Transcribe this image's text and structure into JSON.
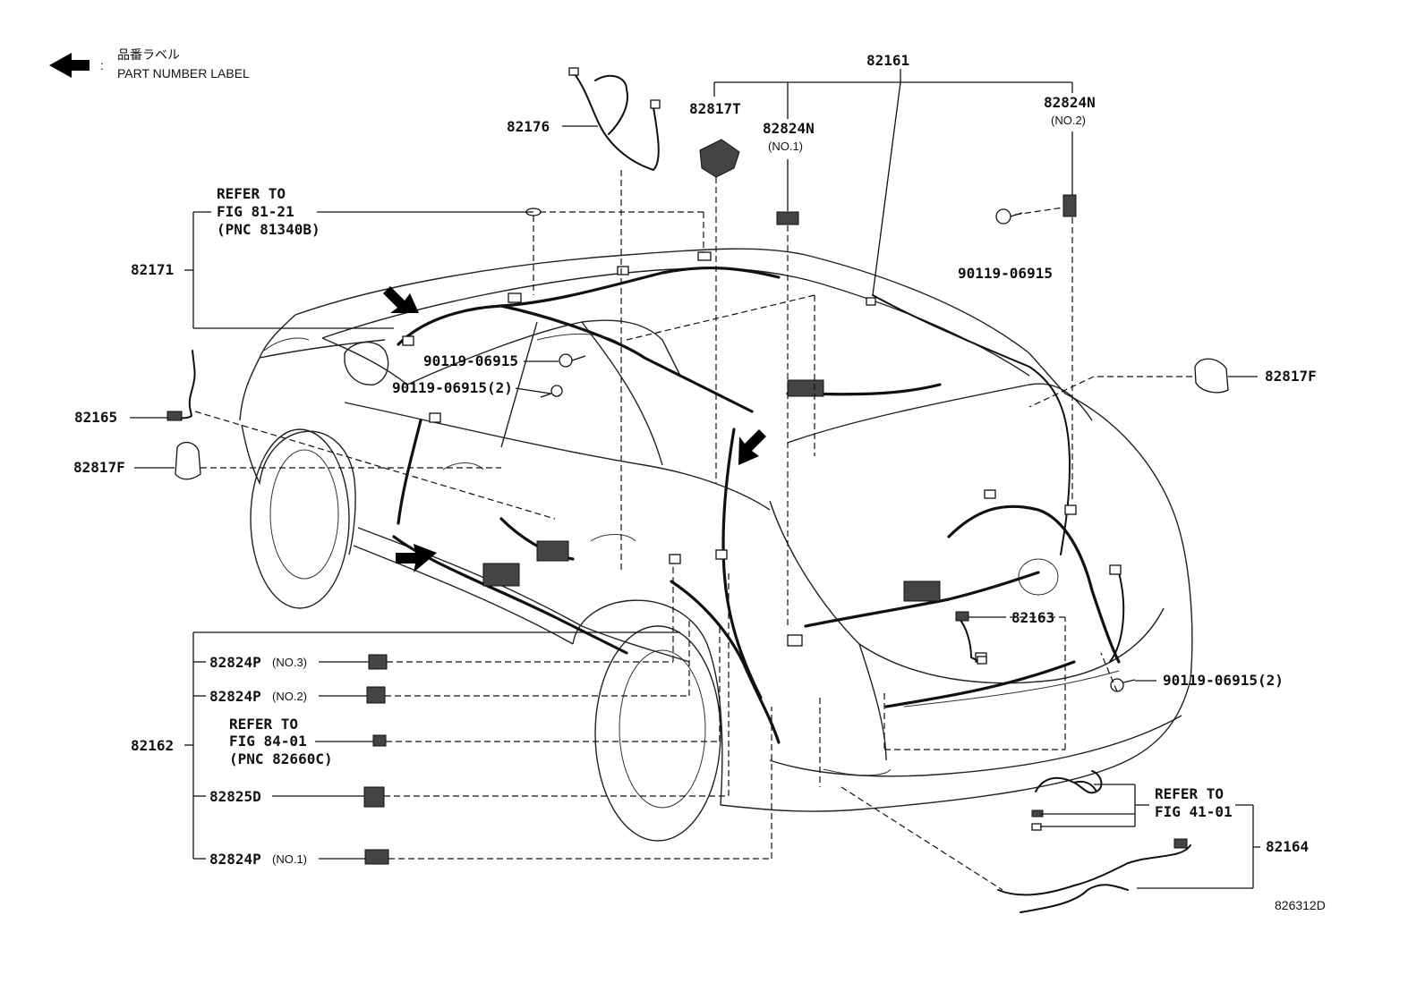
{
  "legend": {
    "label_jp": "品番ラベル",
    "colon": ":",
    "label_en": "PART NUMBER LABEL"
  },
  "parts": {
    "p82161": "82161",
    "p82176": "82176",
    "p82817T": "82817T",
    "p82824N_1": "82824N",
    "no1_n": "(NO.1)",
    "p82824N_2": "82824N",
    "no2_n": "(NO.2)",
    "p90119_top": "90119-06915",
    "p82171": "82171",
    "p82165": "82165",
    "p82817F_left": "82817F",
    "p82817F_right": "82817F",
    "p90119_a": "90119-06915",
    "p90119_b": "90119-06915(2)",
    "p82163": "82163",
    "p90119_c": "90119-06915(2)",
    "p82162": "82162",
    "p82824P_3": "82824P",
    "no3_p": "(NO.3)",
    "p82824P_2": "82824P",
    "no2_p": "(NO.2)",
    "p82825D": "82825D",
    "p82824P_1": "82824P",
    "no1_p": "(NO.1)",
    "p82164": "82164"
  },
  "refs": {
    "ref1": [
      "REFER TO",
      "FIG 81-21",
      "(PNC 81340B)"
    ],
    "ref2": [
      "REFER TO",
      "FIG 84-01",
      "(PNC 82660C)"
    ],
    "ref3": [
      "REFER TO",
      "FIG 41-01"
    ]
  },
  "diagram_id": "826312D"
}
